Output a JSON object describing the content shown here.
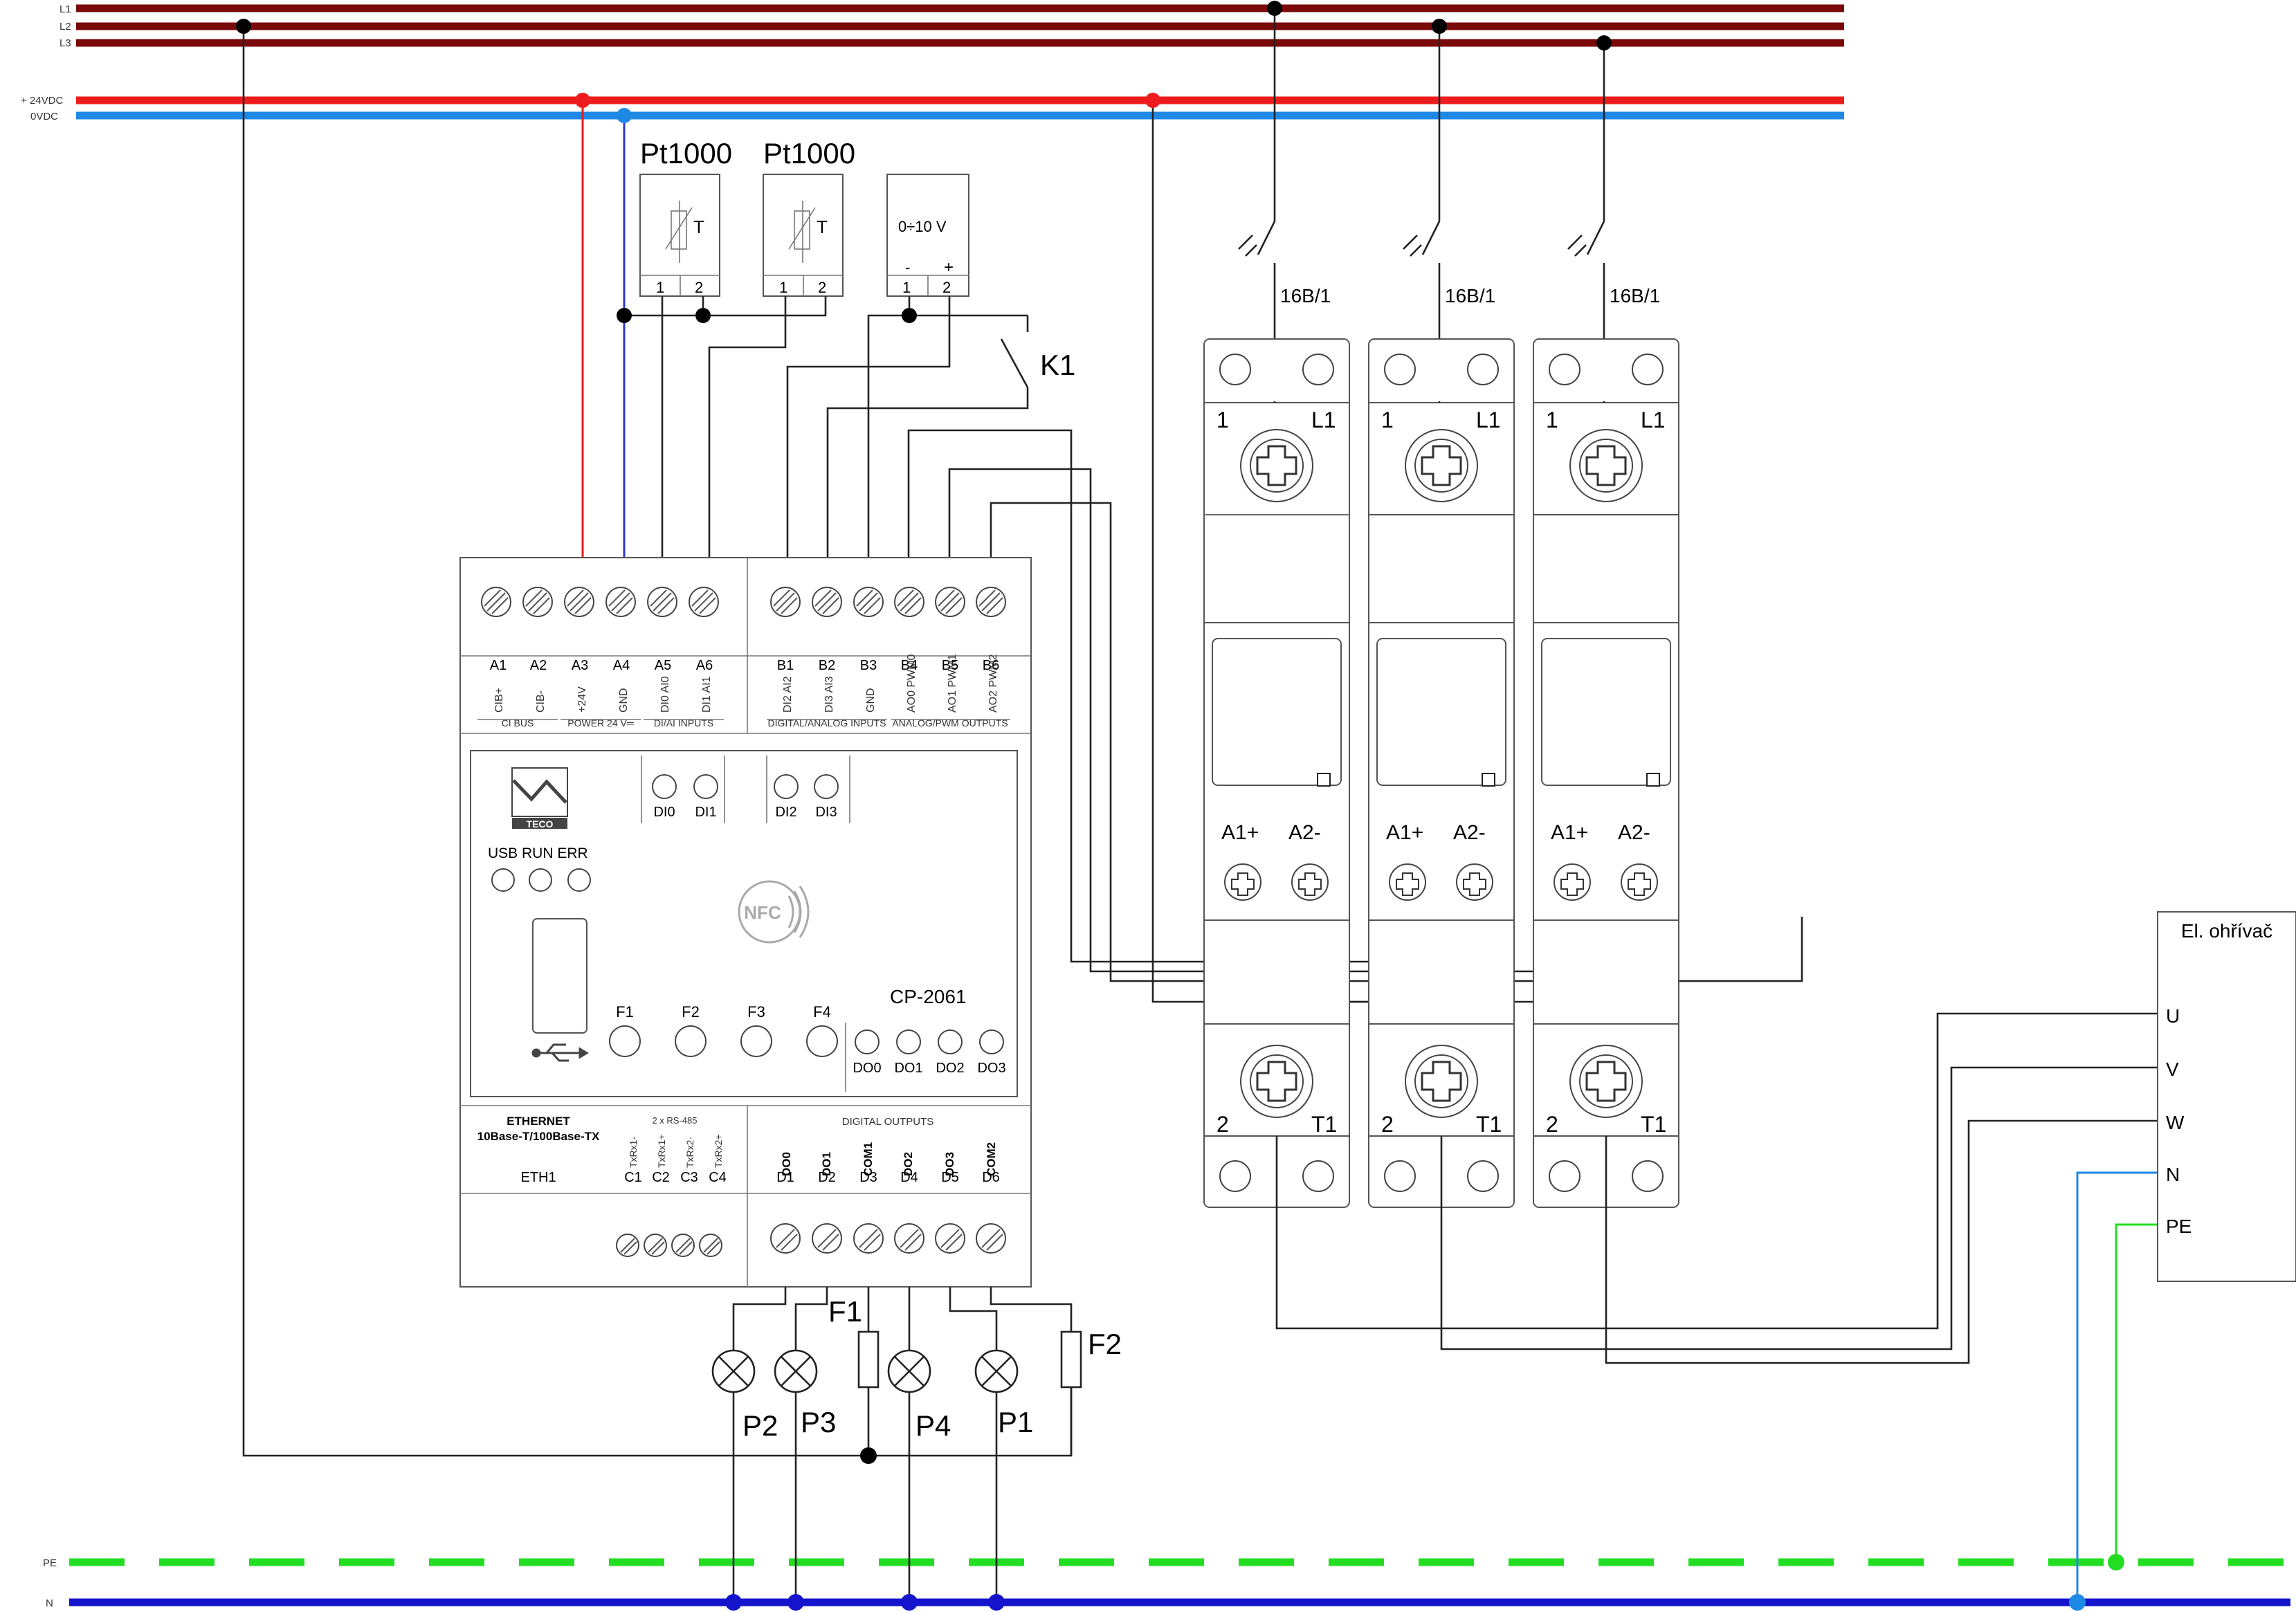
{
  "rails": {
    "l1": "L1",
    "l2": "L2",
    "l3": "L3",
    "plus24": "+ 24VDC",
    "zero": "0VDC",
    "pe": "PE",
    "n": "N"
  },
  "sensors": [
    {
      "title": "Pt1000",
      "symbol": "T",
      "pin1": "1",
      "pin2": "2"
    },
    {
      "title": "Pt1000",
      "symbol": "T",
      "pin1": "1",
      "pin2": "2"
    }
  ],
  "analog_source": {
    "range": "0÷10 V",
    "minus": "-",
    "plus": "+",
    "pin1": "1",
    "pin2": "2"
  },
  "relay_k": "K1",
  "controller": {
    "model": "CP-2061",
    "brand": "TECO",
    "leds_label": "USB RUN ERR",
    "nfc": "NFC",
    "top_left_terms": [
      "A1",
      "A2",
      "A3",
      "A4",
      "A5",
      "A6"
    ],
    "top_left_funcs": [
      "CIB+",
      "CIB-",
      "+24V",
      "GND",
      "DI0 AI0",
      "DI1 AI1"
    ],
    "top_left_groups": [
      "CI BUS",
      "POWER 24 V═",
      "DI/AI INPUTS"
    ],
    "top_right_terms": [
      "B1",
      "B2",
      "B3",
      "B4",
      "B5",
      "B6"
    ],
    "top_right_funcs": [
      "DI2 AI2",
      "DI3 AI3",
      "GND",
      "AO0 PWM0",
      "AO1 PWM1",
      "AO2 PWM2"
    ],
    "top_right_groups": [
      "DIGITAL/ANALOG INPUTS",
      "ANALOG/PWM OUTPUTS"
    ],
    "di_leds": [
      "DI0",
      "DI1",
      "DI2",
      "DI3"
    ],
    "func_keys": [
      "F1",
      "F2",
      "F3",
      "F4"
    ],
    "do_leds": [
      "DO0",
      "DO1",
      "DO2",
      "DO3"
    ],
    "ethernet_title": "ETHERNET",
    "ethernet_sub": "10Base-T/100Base-TX",
    "eth_port": "ETH1",
    "rs485": "2 x RS-485",
    "c_funcs": [
      "TxRx1-",
      "TxRx1+",
      "TxRx2-",
      "TxRx2+"
    ],
    "c_terms": [
      "C1",
      "C2",
      "C3",
      "C4"
    ],
    "dout_title": "DIGITAL OUTPUTS",
    "d_funcs": [
      "DO0",
      "DO1",
      "COM1",
      "DO2",
      "DO3",
      "COM2"
    ],
    "d_terms": [
      "D1",
      "D2",
      "D3",
      "D4",
      "D5",
      "D6"
    ]
  },
  "contactors": [
    {
      "breaker": "16B/1",
      "t1": "1",
      "t2": "L1",
      "a1": "A1+",
      "a2": "A2-",
      "b1": "2",
      "b2": "T1"
    },
    {
      "breaker": "16B/1",
      "t1": "1",
      "t2": "L1",
      "a1": "A1+",
      "a2": "A2-",
      "b1": "2",
      "b2": "T1"
    },
    {
      "breaker": "16B/1",
      "t1": "1",
      "t2": "L1",
      "a1": "A1+",
      "a2": "A2-",
      "b1": "2",
      "b2": "T1"
    }
  ],
  "heater": {
    "title": "El. ohřívač",
    "u": "U",
    "v": "V",
    "w": "W",
    "n": "N",
    "pe": "PE"
  },
  "outputs": {
    "f1": "F1",
    "f2": "F2",
    "p1": "P1",
    "p2": "P2",
    "p3": "P3",
    "p4": "P4"
  },
  "colors": {
    "phase": "#7a0a0a",
    "plus24": "#ee1c1c",
    "zero": "#1e88e5",
    "pe": "#22dd22",
    "neutral": "#1414cc",
    "wire": "#222222"
  }
}
